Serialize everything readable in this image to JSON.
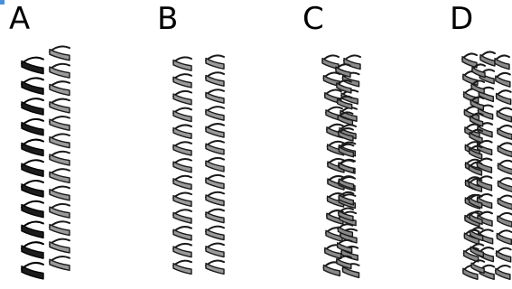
{
  "panels": [
    {
      "label": "A",
      "helices": [
        {
          "fill": "#1c1c1c",
          "stroke": "#000000",
          "turns": 11,
          "tilt": 0.0
        },
        {
          "fill": "#9a9a9a",
          "stroke": "#1a1a1a",
          "turns": 13,
          "tilt": 0.0
        }
      ]
    },
    {
      "label": "B",
      "helices": [
        {
          "fill": "#9a9a9a",
          "stroke": "#1a1a1a",
          "turns": 13,
          "tilt": 0.0
        },
        {
          "fill": "#9a9a9a",
          "stroke": "#1a1a1a",
          "turns": 13,
          "tilt": 0.0
        }
      ]
    },
    {
      "label": "C",
      "helices": [
        {
          "fill": "#8a8a8a",
          "stroke": "#1a1a1a",
          "turns": 13,
          "tilt": 1.0
        },
        {
          "fill": "#8a8a8a",
          "stroke": "#1a1a1a",
          "turns": 13,
          "tilt": -1.0
        },
        {
          "fill": "#8a8a8a",
          "stroke": "#1a1a1a",
          "turns": 13,
          "tilt": 0.6
        }
      ]
    },
    {
      "label": "D",
      "helices": [
        {
          "fill": "#8a8a8a",
          "stroke": "#1a1a1a",
          "turns": 13,
          "tilt": 0.6
        },
        {
          "fill": "#8a8a8a",
          "stroke": "#1a1a1a",
          "turns": 13,
          "tilt": -0.6
        },
        {
          "fill": "#8a8a8a",
          "stroke": "#1a1a1a",
          "turns": 13,
          "tilt": 0.6
        },
        {
          "fill": "#8a8a8a",
          "stroke": "#1a1a1a",
          "turns": 13,
          "tilt": -0.6
        }
      ]
    }
  ]
}
